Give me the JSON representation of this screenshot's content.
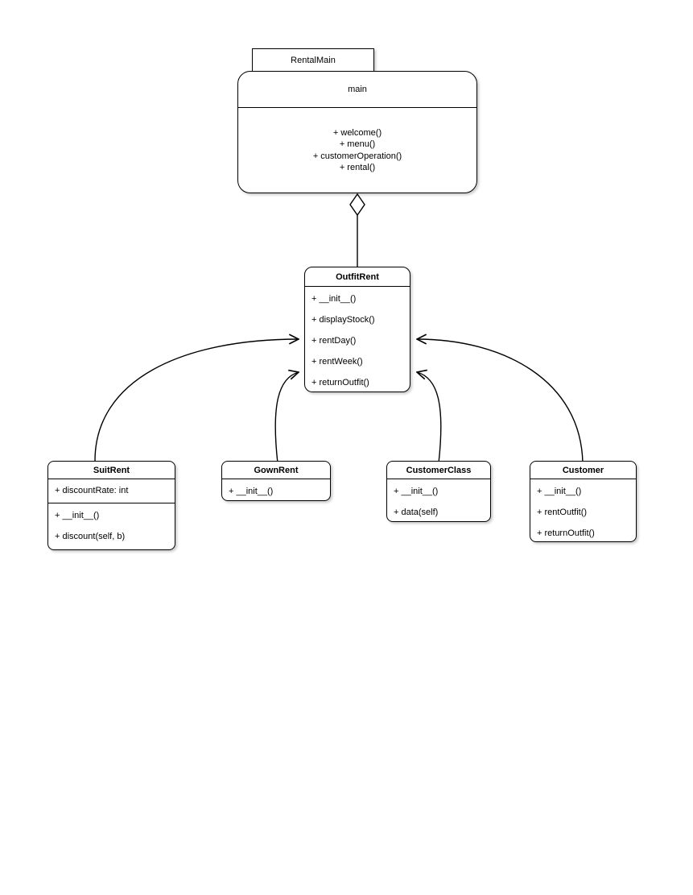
{
  "package": {
    "tab_label": "RentalMain",
    "main_class": {
      "title": "main",
      "methods": [
        "+ welcome()",
        "+ menu()",
        "+ customerOperation()",
        "+ rental()"
      ]
    }
  },
  "classes": {
    "outfitRent": {
      "title": "OutfitRent",
      "methods": [
        "+ __init__()",
        "+ displayStock()",
        "+ rentDay()",
        "+ rentWeek()",
        "+ returnOutfit()"
      ]
    },
    "suitRent": {
      "title": "SuitRent",
      "attributes": [
        "+ discountRate: int"
      ],
      "methods": [
        "+ __init__()",
        "+ discount(self, b)"
      ]
    },
    "gownRent": {
      "title": "GownRent",
      "methods": [
        "+ __init__()"
      ]
    },
    "customerClass": {
      "title": "CustomerClass",
      "methods": [
        "+ __init__()",
        "+ data(self)"
      ]
    },
    "customer": {
      "title": "Customer",
      "methods": [
        "+ __init__()",
        "+ rentOutfit()",
        "+ returnOutfit()"
      ]
    }
  },
  "relationships": [
    {
      "from": "main",
      "to": "OutfitRent",
      "type": "aggregation"
    },
    {
      "from": "SuitRent",
      "to": "OutfitRent",
      "type": "directed-arrow"
    },
    {
      "from": "GownRent",
      "to": "OutfitRent",
      "type": "directed-arrow"
    },
    {
      "from": "CustomerClass",
      "to": "OutfitRent",
      "type": "directed-arrow"
    },
    {
      "from": "Customer",
      "to": "OutfitRent",
      "type": "directed-arrow"
    }
  ],
  "colors": {
    "stroke": "#000000",
    "fill": "#ffffff",
    "background": "#ffffff"
  }
}
